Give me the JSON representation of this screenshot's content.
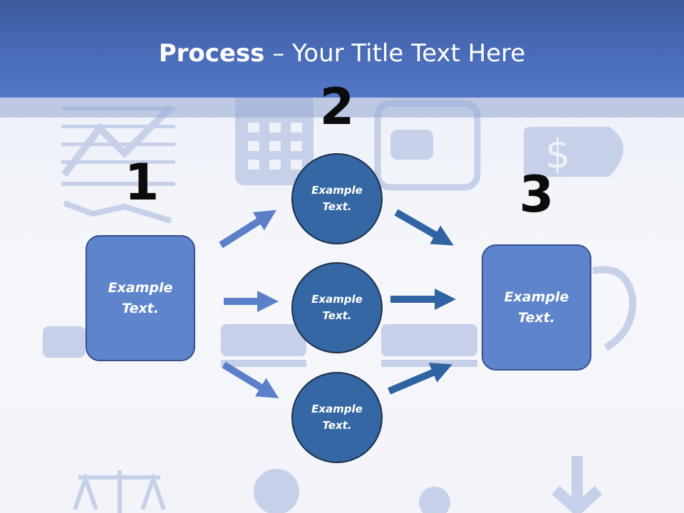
{
  "title": {
    "bold": "Process",
    "rest": " – Your Title Text Here"
  },
  "steps": {
    "one": "1",
    "two": "2",
    "three": "3"
  },
  "nodes": {
    "left_box": "Example\nText.",
    "top_circle": "Example\nText.",
    "middle_circle": "Example\nText.",
    "bottom_circle": "Example\nText.",
    "right_box": "Example\nText."
  },
  "colors": {
    "header": "#4a6cb8",
    "box_fill": "#5e84cc",
    "circle_fill": "#3467a3",
    "arrow_light": "#5b80c9",
    "arrow_dark": "#2f63a1"
  }
}
